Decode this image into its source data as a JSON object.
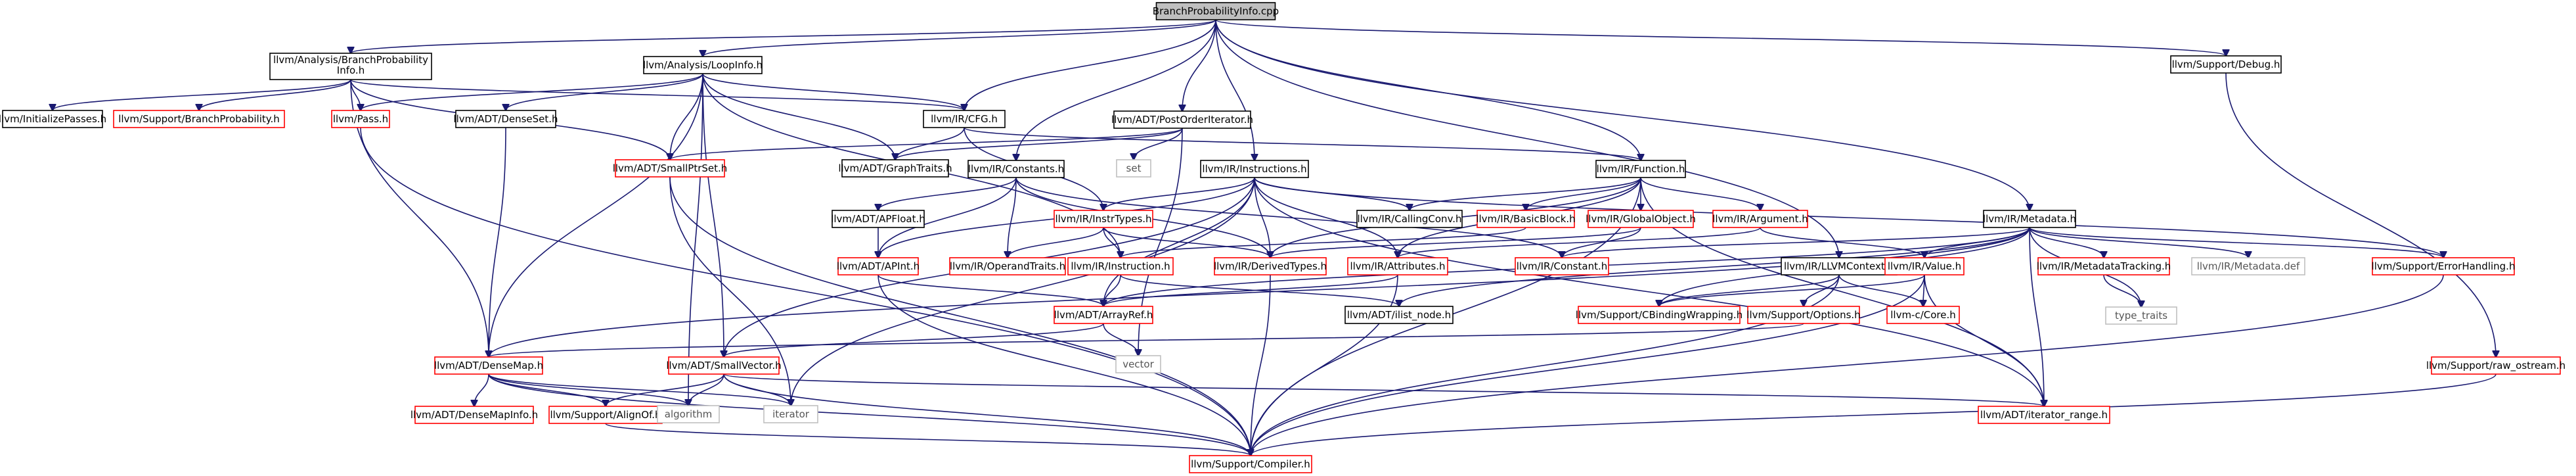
{
  "diagram": {
    "colors": {
      "edge": "#191970",
      "root_fill": "#bfbfbf",
      "root_border": "#000000",
      "plain_border": "#000000",
      "red_border": "#ff0000",
      "leaf_border": "#bfbfbf",
      "leaf_text": "#555555",
      "text": "#000000"
    },
    "nodes": [
      {
        "id": "root",
        "label": "BranchProbabilityInfo.cpp",
        "style": "root"
      },
      {
        "id": "bpi",
        "label": [
          "llvm/Analysis/BranchProbability",
          "Info.h"
        ],
        "style": "plain"
      },
      {
        "id": "loopinfo",
        "label": "llvm/Analysis/LoopInfo.h",
        "style": "plain"
      },
      {
        "id": "cfg",
        "label": "llvm/IR/CFG.h",
        "style": "plain"
      },
      {
        "id": "postorder",
        "label": "llvm/ADT/PostOrderIterator.h",
        "style": "plain"
      },
      {
        "id": "constants",
        "label": "llvm/IR/Constants.h",
        "style": "plain"
      },
      {
        "id": "instructions",
        "label": "llvm/IR/Instructions.h",
        "style": "plain"
      },
      {
        "id": "function",
        "label": "llvm/IR/Function.h",
        "style": "plain"
      },
      {
        "id": "debug",
        "label": "llvm/Support/Debug.h",
        "style": "plain"
      },
      {
        "id": "metadata",
        "label": "llvm/IR/Metadata.h",
        "style": "plain"
      },
      {
        "id": "llvmcontext",
        "label": "llvm/IR/LLVMContext.h",
        "style": "plain"
      },
      {
        "id": "initpasses",
        "label": "llvm/InitializePasses.h",
        "style": "plain"
      },
      {
        "id": "branchprob",
        "label": "llvm/Support/BranchProbability.h",
        "style": "red"
      },
      {
        "id": "pass",
        "label": "llvm/Pass.h",
        "style": "red"
      },
      {
        "id": "denseset",
        "label": "llvm/ADT/DenseSet.h",
        "style": "plain"
      },
      {
        "id": "smallptrset",
        "label": "llvm/ADT/SmallPtrSet.h",
        "style": "red"
      },
      {
        "id": "graphtraits",
        "label": "llvm/ADT/GraphTraits.h",
        "style": "plain"
      },
      {
        "id": "set",
        "label": "set",
        "style": "leaf"
      },
      {
        "id": "apfloat",
        "label": "llvm/ADT/APFloat.h",
        "style": "plain"
      },
      {
        "id": "apint",
        "label": "llvm/ADT/APInt.h",
        "style": "red"
      },
      {
        "id": "instrtypes",
        "label": "llvm/IR/InstrTypes.h",
        "style": "red"
      },
      {
        "id": "operandtraits",
        "label": "llvm/IR/OperandTraits.h",
        "style": "red"
      },
      {
        "id": "instruction",
        "label": "llvm/IR/Instruction.h",
        "style": "red"
      },
      {
        "id": "derivedtypes",
        "label": "llvm/IR/DerivedTypes.h",
        "style": "red"
      },
      {
        "id": "callingconv",
        "label": "llvm/IR/CallingConv.h",
        "style": "plain"
      },
      {
        "id": "basicblock",
        "label": "llvm/IR/BasicBlock.h",
        "style": "red"
      },
      {
        "id": "globalobject",
        "label": "llvm/IR/GlobalObject.h",
        "style": "red"
      },
      {
        "id": "argument",
        "label": "llvm/IR/Argument.h",
        "style": "red"
      },
      {
        "id": "attributes",
        "label": "llvm/IR/Attributes.h",
        "style": "red"
      },
      {
        "id": "constant",
        "label": "llvm/IR/Constant.h",
        "style": "red"
      },
      {
        "id": "arrayref",
        "label": "llvm/ADT/ArrayRef.h",
        "style": "red"
      },
      {
        "id": "ilistnode",
        "label": "llvm/ADT/ilist_node.h",
        "style": "plain"
      },
      {
        "id": "value",
        "label": "llvm/IR/Value.h",
        "style": "red"
      },
      {
        "id": "cbinding",
        "label": "llvm/Support/CBindingWrapping.h",
        "style": "red"
      },
      {
        "id": "options",
        "label": "llvm/Support/Options.h",
        "style": "red"
      },
      {
        "id": "core",
        "label": "llvm-c/Core.h",
        "style": "red"
      },
      {
        "id": "mdtracking",
        "label": "llvm/IR/MetadataTracking.h",
        "style": "red"
      },
      {
        "id": "metadatadef",
        "label": "llvm/IR/Metadata.def",
        "style": "leaf"
      },
      {
        "id": "errorhandling",
        "label": "llvm/Support/ErrorHandling.h",
        "style": "red"
      },
      {
        "id": "typetraits",
        "label": "type_traits",
        "style": "leaf"
      },
      {
        "id": "rawostream",
        "label": "llvm/Support/raw_ostream.h",
        "style": "red"
      },
      {
        "id": "densemap",
        "label": "llvm/ADT/DenseMap.h",
        "style": "red"
      },
      {
        "id": "smallvector",
        "label": "llvm/ADT/SmallVector.h",
        "style": "red"
      },
      {
        "id": "vector",
        "label": "vector",
        "style": "leaf"
      },
      {
        "id": "densemapinfo",
        "label": "llvm/ADT/DenseMapInfo.h",
        "style": "red"
      },
      {
        "id": "alignof",
        "label": "llvm/Support/AlignOf.h",
        "style": "red"
      },
      {
        "id": "algorithm",
        "label": "algorithm",
        "style": "leaf"
      },
      {
        "id": "iterator",
        "label": "iterator",
        "style": "leaf"
      },
      {
        "id": "iteratorrange",
        "label": "llvm/ADT/iterator_range.h",
        "style": "red"
      },
      {
        "id": "compiler",
        "label": "llvm/Support/Compiler.h",
        "style": "red"
      }
    ],
    "edges": [
      [
        "root",
        "bpi"
      ],
      [
        "root",
        "loopinfo"
      ],
      [
        "root",
        "cfg"
      ],
      [
        "root",
        "postorder"
      ],
      [
        "root",
        "constants"
      ],
      [
        "root",
        "instructions"
      ],
      [
        "root",
        "function"
      ],
      [
        "root",
        "debug"
      ],
      [
        "root",
        "metadata"
      ],
      [
        "root",
        "llvmcontext"
      ],
      [
        "bpi",
        "initpasses"
      ],
      [
        "bpi",
        "branchprob"
      ],
      [
        "bpi",
        "pass"
      ],
      [
        "bpi",
        "cfg"
      ],
      [
        "bpi",
        "smallptrset"
      ],
      [
        "bpi",
        "densemap"
      ],
      [
        "loopinfo",
        "pass"
      ],
      [
        "loopinfo",
        "denseset"
      ],
      [
        "loopinfo",
        "smallptrset"
      ],
      [
        "loopinfo",
        "graphtraits"
      ],
      [
        "loopinfo",
        "cfg"
      ],
      [
        "loopinfo",
        "densemap"
      ],
      [
        "loopinfo",
        "smallvector"
      ],
      [
        "loopinfo",
        "algorithm"
      ],
      [
        "loopinfo",
        "instruction"
      ],
      [
        "cfg",
        "graphtraits"
      ],
      [
        "cfg",
        "function"
      ],
      [
        "cfg",
        "instrtypes"
      ],
      [
        "postorder",
        "graphtraits"
      ],
      [
        "postorder",
        "smallptrset"
      ],
      [
        "postorder",
        "set"
      ],
      [
        "postorder",
        "vector"
      ],
      [
        "constants",
        "apfloat"
      ],
      [
        "constants",
        "apint"
      ],
      [
        "constants",
        "operandtraits"
      ],
      [
        "constants",
        "derivedtypes"
      ],
      [
        "constants",
        "constant"
      ],
      [
        "instructions",
        "instrtypes"
      ],
      [
        "instructions",
        "callingconv"
      ],
      [
        "instructions",
        "attributes"
      ],
      [
        "instructions",
        "derivedtypes"
      ],
      [
        "instructions",
        "arrayref"
      ],
      [
        "instructions",
        "smallvector"
      ],
      [
        "instructions",
        "iteratorrange"
      ],
      [
        "instructions",
        "errorhandling"
      ],
      [
        "instructions",
        "iterator"
      ],
      [
        "instructions",
        "apint"
      ],
      [
        "function",
        "callingconv"
      ],
      [
        "function",
        "basicblock"
      ],
      [
        "function",
        "globalobject"
      ],
      [
        "function",
        "argument"
      ],
      [
        "function",
        "attributes"
      ],
      [
        "function",
        "derivedtypes"
      ],
      [
        "function",
        "iteratorrange"
      ],
      [
        "function",
        "compiler"
      ],
      [
        "debug",
        "rawostream"
      ],
      [
        "metadata",
        "value"
      ],
      [
        "metadata",
        "mdtracking"
      ],
      [
        "metadata",
        "metadatadef"
      ],
      [
        "metadata",
        "errorhandling"
      ],
      [
        "metadata",
        "typetraits"
      ],
      [
        "metadata",
        "constant"
      ],
      [
        "metadata",
        "arrayref"
      ],
      [
        "metadata",
        "densemap"
      ],
      [
        "metadata",
        "ilistnode"
      ],
      [
        "metadata",
        "iteratorrange"
      ],
      [
        "metadata",
        "cbinding"
      ],
      [
        "llvmcontext",
        "options"
      ],
      [
        "llvmcontext",
        "core"
      ],
      [
        "llvmcontext",
        "cbinding"
      ],
      [
        "llvmcontext",
        "compiler"
      ],
      [
        "smallptrset",
        "iterator"
      ],
      [
        "smallptrset",
        "compiler"
      ],
      [
        "denseset",
        "densemap"
      ],
      [
        "pass",
        "compiler"
      ],
      [
        "apfloat",
        "apint"
      ],
      [
        "apint",
        "arrayref"
      ],
      [
        "apint",
        "compiler"
      ],
      [
        "instrtypes",
        "instruction"
      ],
      [
        "instrtypes",
        "operandtraits"
      ],
      [
        "instrtypes",
        "derivedtypes"
      ],
      [
        "instruction",
        "arrayref"
      ],
      [
        "instruction",
        "ilistnode"
      ],
      [
        "derivedtypes",
        "compiler"
      ],
      [
        "basicblock",
        "instruction"
      ],
      [
        "globalobject",
        "constant"
      ],
      [
        "globalobject",
        "derivedtypes"
      ],
      [
        "argument",
        "attributes"
      ],
      [
        "argument",
        "value"
      ],
      [
        "attributes",
        "arrayref"
      ],
      [
        "attributes",
        "compiler"
      ],
      [
        "arrayref",
        "smallvector"
      ],
      [
        "arrayref",
        "vector"
      ],
      [
        "value",
        "core"
      ],
      [
        "value",
        "cbinding"
      ],
      [
        "value",
        "iteratorrange"
      ],
      [
        "value",
        "compiler"
      ],
      [
        "options",
        "densemap"
      ],
      [
        "errorhandling",
        "compiler"
      ],
      [
        "rawostream",
        "compiler"
      ],
      [
        "mdtracking",
        "typetraits"
      ],
      [
        "densemap",
        "densemapinfo"
      ],
      [
        "densemap",
        "alignof"
      ],
      [
        "densemap",
        "algorithm"
      ],
      [
        "densemap",
        "iterator"
      ],
      [
        "densemap",
        "compiler"
      ],
      [
        "smallvector",
        "alignof"
      ],
      [
        "smallvector",
        "algorithm"
      ],
      [
        "smallvector",
        "iterator"
      ],
      [
        "smallvector",
        "compiler"
      ],
      [
        "smallvector",
        "iteratorrange"
      ],
      [
        "alignof",
        "compiler"
      ]
    ]
  }
}
